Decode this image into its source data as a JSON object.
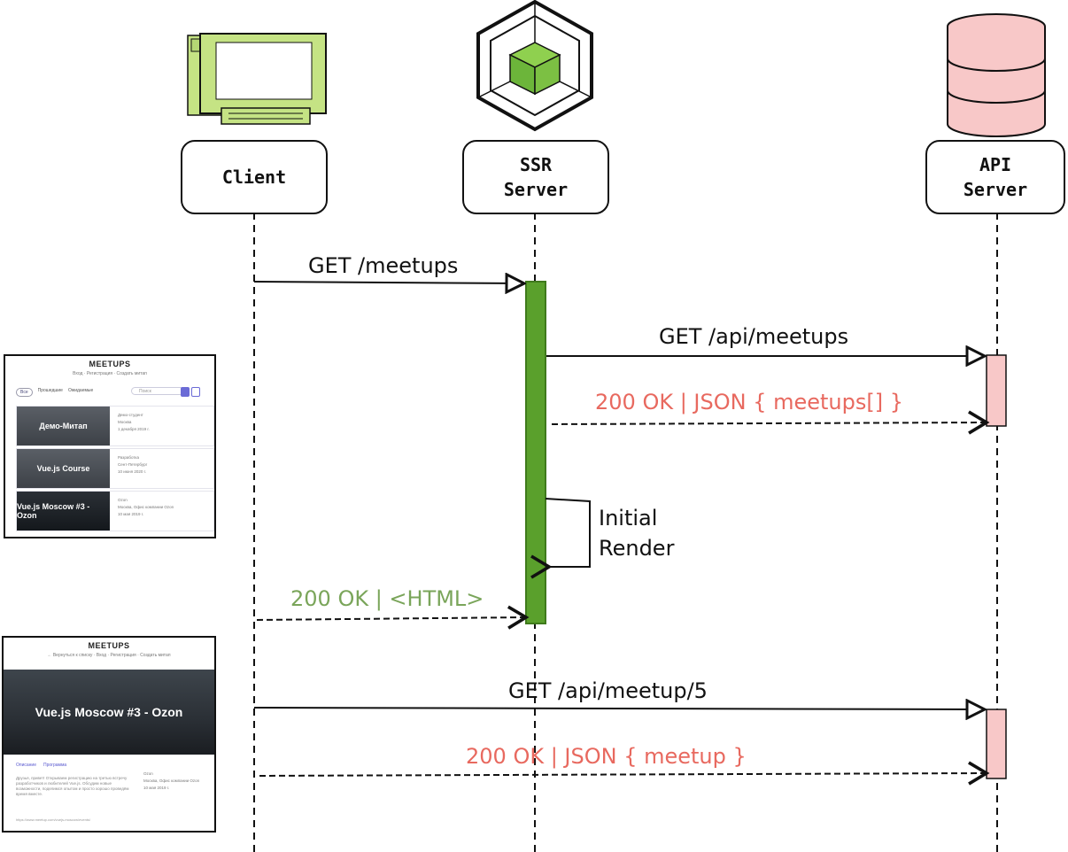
{
  "actors": [
    {
      "id": "client",
      "label": "Client"
    },
    {
      "id": "ssr",
      "label": "SSR\nServer"
    },
    {
      "id": "api",
      "label": "API\nServer"
    }
  ],
  "messages": [
    {
      "id": "get-meetups",
      "label": "GET /meetups",
      "type": "request",
      "color": "#111111"
    },
    {
      "id": "get-api-meetups",
      "label": "GET /api/meetups",
      "type": "request",
      "color": "#111111"
    },
    {
      "id": "resp-meetups-json",
      "label": "200 OK | JSON { meetups[] }",
      "type": "response",
      "color": "#e8695f"
    },
    {
      "id": "initial-render",
      "label": "Initial\nRender",
      "type": "self",
      "color": "#111111"
    },
    {
      "id": "resp-html",
      "label": "200 OK | <HTML>",
      "type": "response",
      "color": "#7aa55a"
    },
    {
      "id": "get-api-meetup-5",
      "label": "GET /api/meetup/5",
      "type": "request",
      "color": "#111111"
    },
    {
      "id": "resp-meetup-json",
      "label": "200 OK | JSON { meetup }",
      "type": "response",
      "color": "#e8695f"
    }
  ],
  "colors": {
    "client_icon": "#c5e384",
    "ssr_activation": "#5aa02c",
    "ssr_icon": "#7cc043",
    "api_icon": "#f8c8c8",
    "api_activation": "#f8c8c8",
    "ok_green": "#7aa55a",
    "ok_red": "#e8695f"
  },
  "icons": {
    "client": "desktop-monitor-icon",
    "ssr": "cube-hexagon-icon",
    "api": "database-icon"
  },
  "screenshot_list": {
    "title": "MEETUPS",
    "nav": "Вход · Регистрация · Создать митап",
    "filters": [
      "Все",
      "Прошедшие",
      "Ожидаемые"
    ],
    "search_placeholder": "Поиск",
    "cards": [
      {
        "title": "Демо-Митап",
        "meta": [
          "Демо-студент",
          "Москва",
          "1 декабря 2019 г."
        ],
        "dark": false
      },
      {
        "title": "Vue.js Course",
        "meta": [
          "Разработка",
          "Сент-Петербург",
          "10 июня 2020 г."
        ],
        "dark": false
      },
      {
        "title": "Vue.js Moscow #3 - Ozon",
        "meta": [
          "Ozon",
          "Москва, Офис компании Ozon",
          "10 мая 2019 г."
        ],
        "dark": true
      }
    ]
  },
  "screenshot_detail": {
    "title": "MEETUPS",
    "nav": "← Вернуться к списку · Вход · Регистрация · Создать митап",
    "hero": "Vue.js Moscow #3 - Ozon",
    "tabs": [
      "Описание",
      "Программа"
    ],
    "description": "Друзья, привет! Открываем регистрацию на третью встречу разработчиков и любителей Vue.js. Обсудим новые возможности, поделимся опытом и просто хорошо проведём время вместе.",
    "side": [
      "Ozon",
      "Москва, Офис компании Ozon",
      "10 мая 2019 г."
    ],
    "link": "https://www.meetup.com/vuejs-moscow/events/"
  }
}
